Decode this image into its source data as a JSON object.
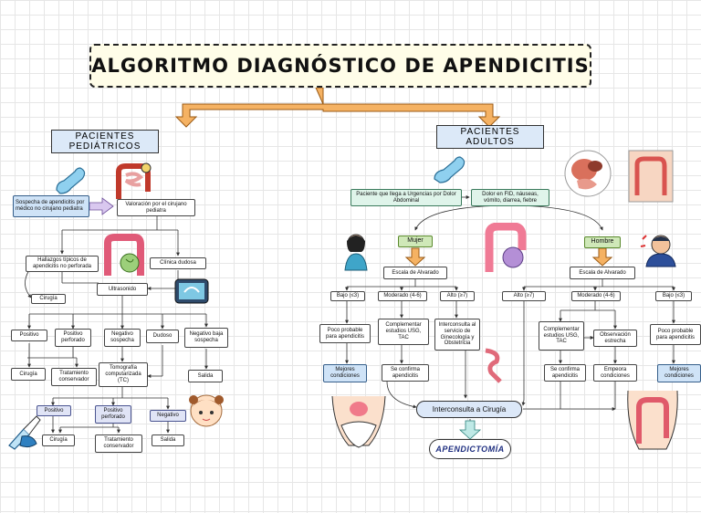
{
  "title": "ALGORITMO DIAGNÓSTICO DE APENDICITIS",
  "ped": {
    "heading": "PACIENTES\nPEDIÁTRICOS",
    "sospecha": "Sospecha de apendicitis por médico no cirujano pediatra",
    "valoracion": "Valoración por el cirujano pediatra",
    "hallazgos": "Hallazgos típicos de apendicitis no perforada",
    "clinica": "Clínica dudosa",
    "cirugia1": "Cirugía",
    "ultrasonido": "Ultrasonido",
    "positivo": "Positivo",
    "positivo_perforado": "Positivo perforado",
    "negativo_sospecha": "Negativo sospecha",
    "dudoso": "Dudoso",
    "negativo_baja": "Negativo baja sospecha",
    "cirugia2": "Cirugía",
    "tratamiento1": "Tratamiento conservador",
    "tac": "Tomografía computarizada (TC)",
    "salida1": "Salida",
    "tc_positivo": "Positivo",
    "tc_positivo_perforado": "Positivo perforado",
    "tc_negativo": "Negativo",
    "cirugia3": "Cirugía",
    "tratamiento2": "Tratamiento conservador",
    "salida2": "Salida"
  },
  "adult": {
    "heading": "PACIENTES\nADULTOS",
    "llega": "Paciente que llega a Urgencias por Dolor Abdominal",
    "dolor": "Dolor en FID, náuseas, vómito, diarrea, fiebre",
    "mujer": "Mujer",
    "hombre": "Hombre",
    "escala_mujer": "Escala de Alvarado",
    "escala_hombre": "Escala de Alvarado",
    "bajo_m": "Bajo (≤3)",
    "moderado_m": "Moderado (4-6)",
    "alto_m": "Alto (≥7)",
    "alto_h": "Alto (≥7)",
    "moderado_h": "Moderado (4-6)",
    "bajo_h": "Bajo (≤3)",
    "poco_m": "Poco probable para apendicitis",
    "complementar_m": "Complementar estudios USG, TAC",
    "interconsulta_gine": "Interconsulta al servicio de Ginecología y Obstetricia",
    "mejores_m": "Mejores condiciones",
    "confirma_m": "Se confirma apendicitis",
    "complementar_h": "Complementar estudios USG, TAC",
    "observacion": "Observación estrecha",
    "poco_h": "Poco probable para apendicitis",
    "confirma_h": "Se confirma apendicitis",
    "empeora": "Empeora condiciones",
    "mejores_h": "Mejores condiciones",
    "interconsulta_cirugia": "Interconsulta a Cirugía",
    "apendicectomia": "APENDICTOMÍA"
  },
  "colors": {
    "accent_orange": "#f0a040",
    "accent_blue": "#5aa8d8",
    "line": "#333333"
  }
}
